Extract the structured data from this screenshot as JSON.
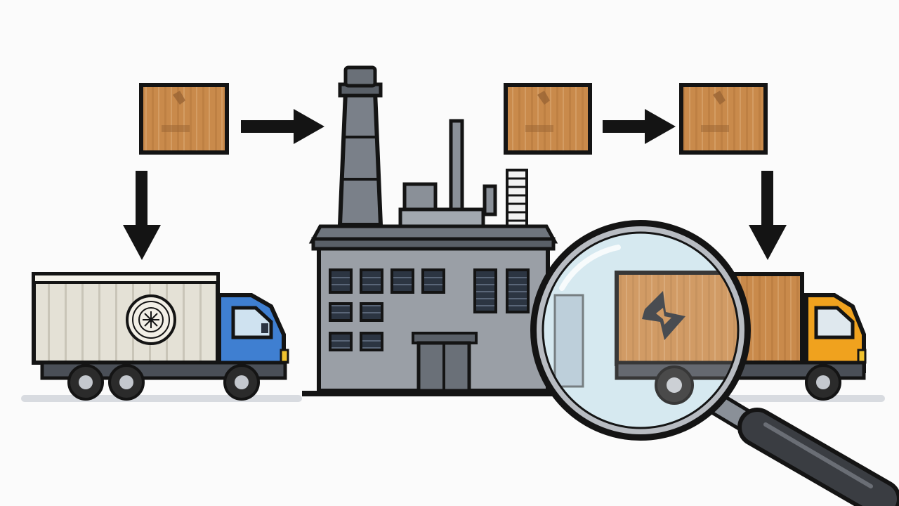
{
  "colors": {
    "background": "#fbfbfb",
    "outline": "#141414",
    "crate_fill": "#c98a4b",
    "crate_dark": "#9a6434",
    "crate_light": "#dba873",
    "factory_wall": "#9a9fa6",
    "factory_roof": "#6f757d",
    "factory_trim": "#5a6068",
    "window": "#2c3542",
    "truck_container_left": "#e4e1d6",
    "truck_cab_left": "#3f7fd1",
    "truck_cab_right": "#f0a21e",
    "wheel": "#2b2b2b",
    "hub": "#c4c8ce",
    "lens_tint": "#cfe6ee",
    "magnifier_handle": "#3a3d42",
    "emblem_on_crate": "#2a2d33"
  },
  "elements": {
    "crates": [
      "wooden-crate-1",
      "wooden-crate-2",
      "wooden-crate-3"
    ],
    "arrows": [
      "crate1-to-factory",
      "crate2-to-crate3",
      "crate1-to-left-truck",
      "crate3-to-right-truck"
    ],
    "trucks": [
      "left-truck-with-seal-emblem",
      "right-truck-with-crate-cargo"
    ],
    "icons": [
      "factory-icon",
      "magnifying-glass-icon",
      "seal-emblem-icon",
      "crate-emblem-icon"
    ]
  }
}
